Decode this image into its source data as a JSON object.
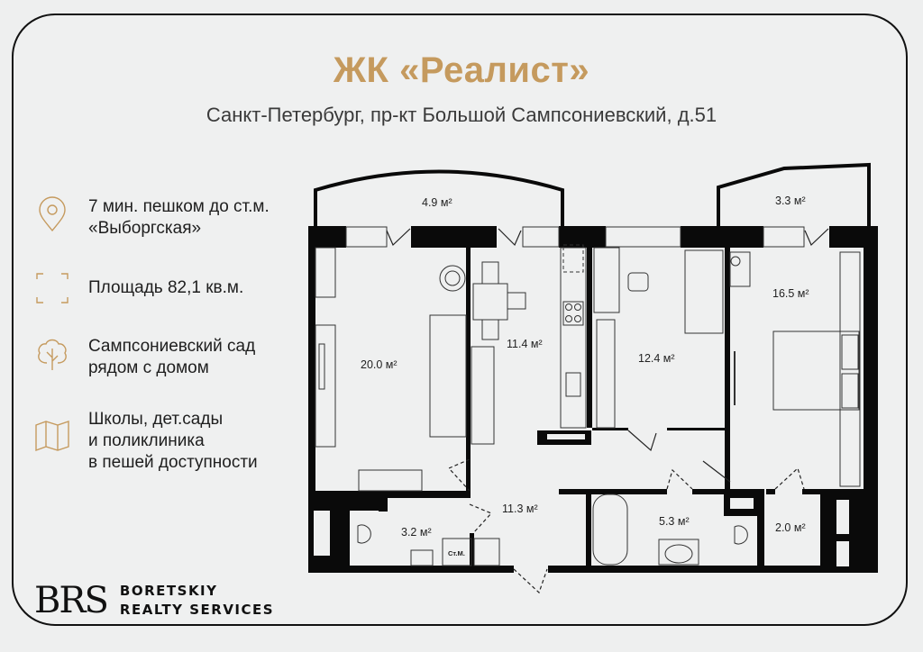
{
  "header": {
    "title": "ЖК «Реалист»",
    "address": "Санкт-Петербург, пр-кт Большой Сампсониевский, д.51"
  },
  "features": [
    {
      "icon": "location-pin-icon",
      "lines": [
        "7 мин. пешком до ст.м.",
        "«Выборгская»"
      ]
    },
    {
      "icon": "area-frame-icon",
      "lines": [
        "Площадь 82,1 кв.м."
      ]
    },
    {
      "icon": "tree-icon",
      "lines": [
        "Сампсониевский сад",
        "рядом с домом"
      ]
    },
    {
      "icon": "map-icon",
      "lines": [
        "Школы, дет.сады",
        "и поликлиника",
        "в пешей доступности"
      ]
    }
  ],
  "floorplan": {
    "rooms": [
      {
        "name": "balcony-left",
        "area": "4.9 м²"
      },
      {
        "name": "balcony-right",
        "area": "3.3 м²"
      },
      {
        "name": "living-room",
        "area": "20.0 м²"
      },
      {
        "name": "kitchen",
        "area": "11.4 м²"
      },
      {
        "name": "bedroom-small",
        "area": "12.4 м²"
      },
      {
        "name": "bedroom-large",
        "area": "16.5 м²"
      },
      {
        "name": "hallway",
        "area": "11.3 м²"
      },
      {
        "name": "toilet",
        "area": "3.2 м²"
      },
      {
        "name": "bathroom",
        "area": "5.3 м²"
      },
      {
        "name": "wc-small",
        "area": "2.0 м²"
      }
    ],
    "washer_label": "Ст.М."
  },
  "brand": {
    "logo": "BRS",
    "name_line1": "BORETSKIY",
    "name_line2": "REALTY SERVICES"
  },
  "colors": {
    "accent": "#c59a5e",
    "wall": "#0a0a0a",
    "background": "#eeefef"
  }
}
